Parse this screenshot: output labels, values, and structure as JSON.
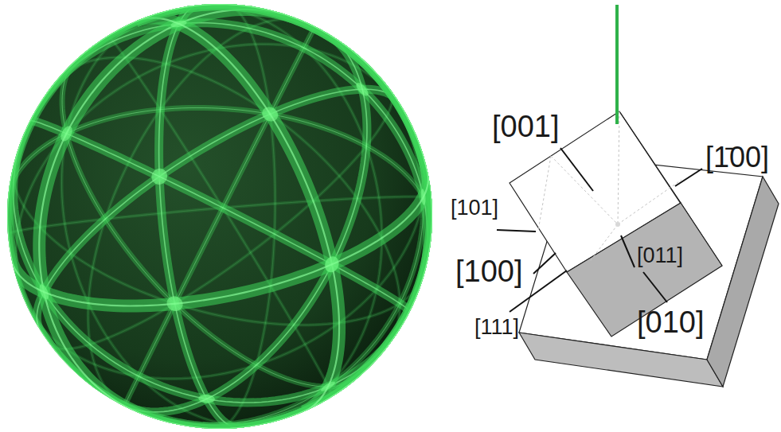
{
  "diagram": {
    "labels": [
      "[001]",
      "[1̄00]",
      "[101]",
      "[100]",
      "[011]",
      "[010]",
      "[111]"
    ]
  }
}
